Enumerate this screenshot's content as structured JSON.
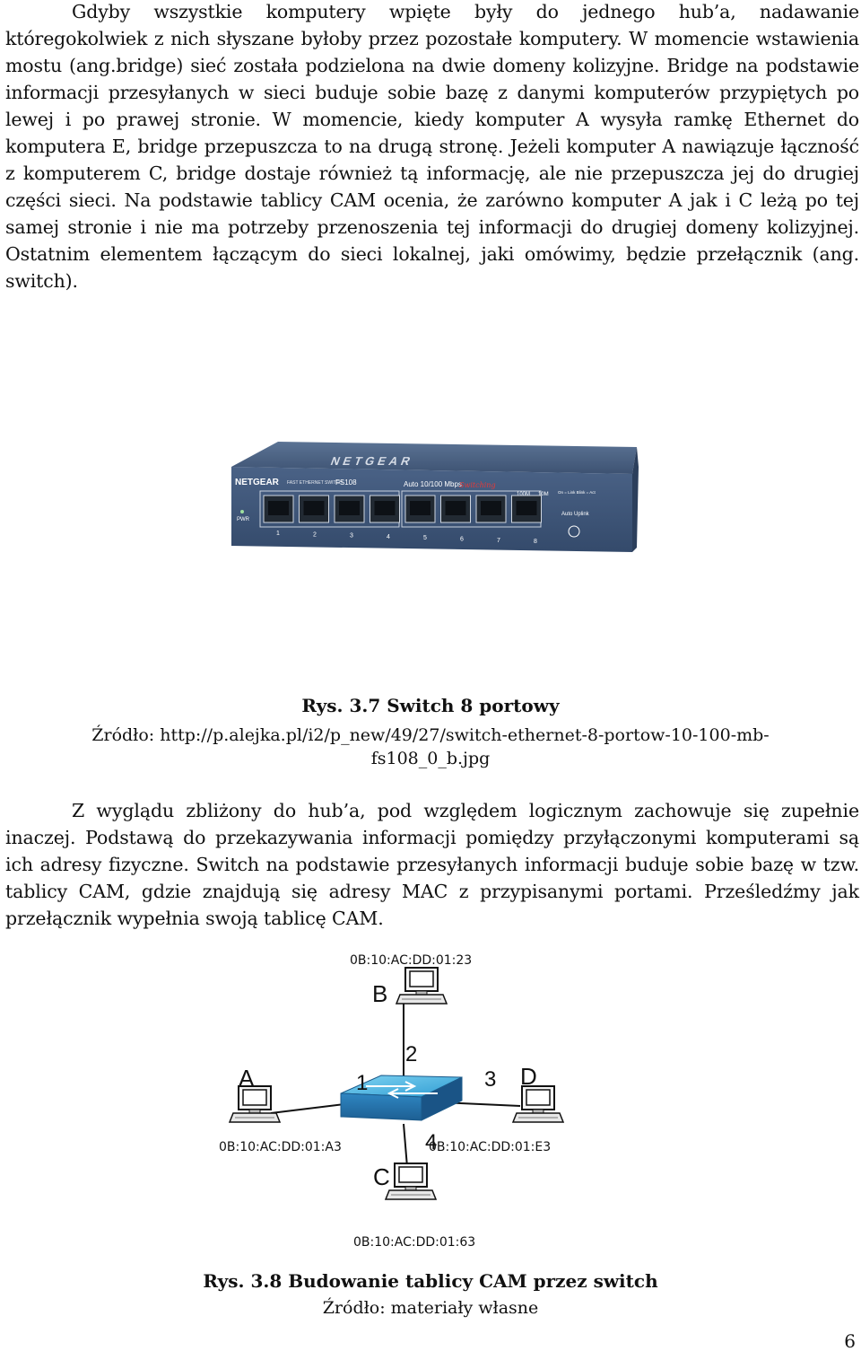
{
  "paragraph1": "Gdyby wszystkie komputery wpięte były do jednego hub’a, nadawanie któregokolwiek z nich słyszane byłoby przez pozostałe komputery. W momencie wstawienia mostu (ang.bridge) sieć została podzielona na dwie domeny kolizyjne. Bridge na podstawie informacji przesyłanych w sieci buduje sobie bazę z danymi komputerów przypiętych po lewej i po prawej stronie. W momencie, kiedy komputer A wysyła ramkę Ethernet do komputera E, bridge przepuszcza to na drugą stronę. Jeżeli komputer A nawiązuje łączność z komputerem C, bridge dostaje również tą informację, ale nie przepuszcza jej do drugiej części sieci. Na podstawie tablicy CAM ocenia, że zarówno komputer A jak i C leżą po tej samej stronie i nie ma potrzeby przenoszenia tej informacji do drugiej domeny kolizyjnej. Ostatnim elementem łączącym do sieci lokalnej, jaki omówimy, będzie przełącznik (ang. switch).",
  "figure1": {
    "title": "Rys. 3.7 Switch 8 portowy",
    "source_line1": "Źródło: http://p.alejka.pl/i2/p_new/49/27/switch-ethernet-8-portow-10-100-mb-",
    "source_line2": "fs108_0_b.jpg",
    "device": {
      "brand": "NETGEAR",
      "model": "FS108",
      "series": "FAST ETHERNET SWITCH",
      "speed": "Auto 10/100 Mbps",
      "switching": "Switching",
      "pwr": "PWR",
      "led_100": "100M",
      "led_10": "10M",
      "legend": "On = Link  Blink = Act",
      "uplink": "Auto Uplink",
      "ports": [
        "1",
        "2",
        "3",
        "4",
        "5",
        "6",
        "7",
        "8"
      ]
    }
  },
  "paragraph2": "Z wyglądu zbliżony do hub’a, pod względem logicznym zachowuje się zupełnie inaczej. Podstawą do przekazywania informacji pomiędzy przyłączonymi komputerami są ich adresy fizyczne. Switch na podstawie przesyłanych informacji buduje sobie bazę w tzw. tablicy CAM, gdzie znajdują się adresy MAC z przypisanymi portami. Prześledźmy jak przełącznik wypełnia swoją tablicę CAM.",
  "figure2": {
    "title": "Rys. 3.8 Budowanie tablicy CAM przez switch",
    "source": "Źródło: materiały własne",
    "nodes": {
      "A": {
        "label": "A",
        "mac": "0B:10:AC:DD:01:A3",
        "port": "1"
      },
      "B": {
        "label": "B",
        "mac": "0B:10:AC:DD:01:23",
        "port": "2"
      },
      "C": {
        "label": "C",
        "mac": "0B:10:AC:DD:01:63",
        "port": "4"
      },
      "D": {
        "label": "D",
        "mac": "0B:10:AC:DD:01:E3",
        "port": "3"
      }
    }
  },
  "page_number": "6"
}
